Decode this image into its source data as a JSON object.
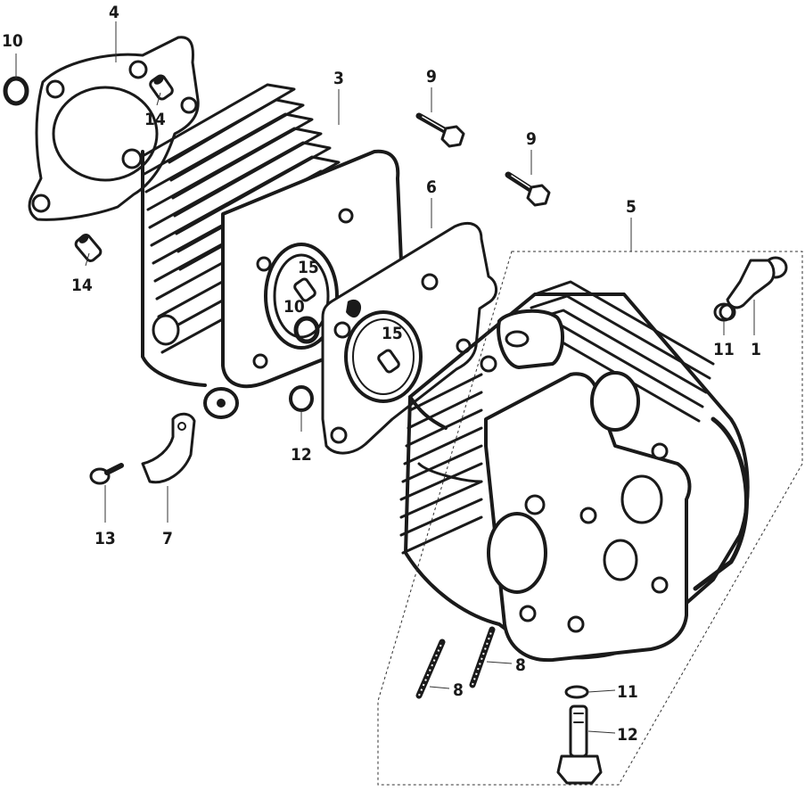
{
  "diagram": {
    "callouts": {
      "c4": "4",
      "c10a": "10",
      "c14a": "14",
      "c14b": "14",
      "c3": "3",
      "c9a": "9",
      "c9b": "9",
      "c6": "6",
      "c5": "5",
      "c15a": "15",
      "c10b": "10",
      "c15b": "15",
      "c11a": "11",
      "c1": "1",
      "c12a": "12",
      "c13": "13",
      "c7": "7",
      "c8a": "8",
      "c8b": "8",
      "c11b": "11",
      "c12b": "12"
    }
  }
}
